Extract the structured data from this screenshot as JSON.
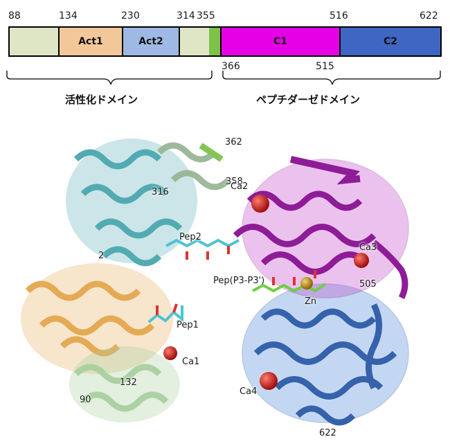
{
  "top_numbers": [
    "88",
    "134",
    "230",
    "314",
    "355",
    "516",
    "622"
  ],
  "bottom_numbers": [
    "366",
    "515"
  ],
  "segments": {
    "act1": "Act1",
    "act2": "Act2",
    "c1": "C1",
    "c2": "C2"
  },
  "domain_labels": {
    "activation": "活性化ドメイン",
    "peptidase": "ペプチダーゼドメイン"
  },
  "structure_labels": {
    "r362": "362",
    "r358": "358",
    "r316": "316",
    "r2xx": "2",
    "ca2": "Ca2",
    "ca3": "Ca3",
    "ca1": "Ca1",
    "ca4": "Ca4",
    "pep2": "Pep2",
    "pep1": "Pep1",
    "pep": "Pep(P3-P3')",
    "zn": "Zn",
    "r505": "505",
    "r132": "132",
    "r90": "90",
    "r622": "622"
  },
  "colors": {
    "segment_light": "#dfe6c5",
    "act1": "#f2c89a",
    "act2": "#9db9e4",
    "linker": "#7ec24a",
    "c1": "#e600e6",
    "c2": "#3f66c2",
    "helix_cyan": "#4aa7ae",
    "helix_sage": "#98b695",
    "helix_orange": "#e3a64b",
    "helix_green": "#a8cf9e",
    "helix_magenta": "#c03ac8",
    "helix_blue": "#4d86d8",
    "calcium": "#cc1a1a",
    "zinc": "#c79a1a",
    "peptide": "#4cc3d2",
    "peptide_green": "#6fcf3f"
  }
}
